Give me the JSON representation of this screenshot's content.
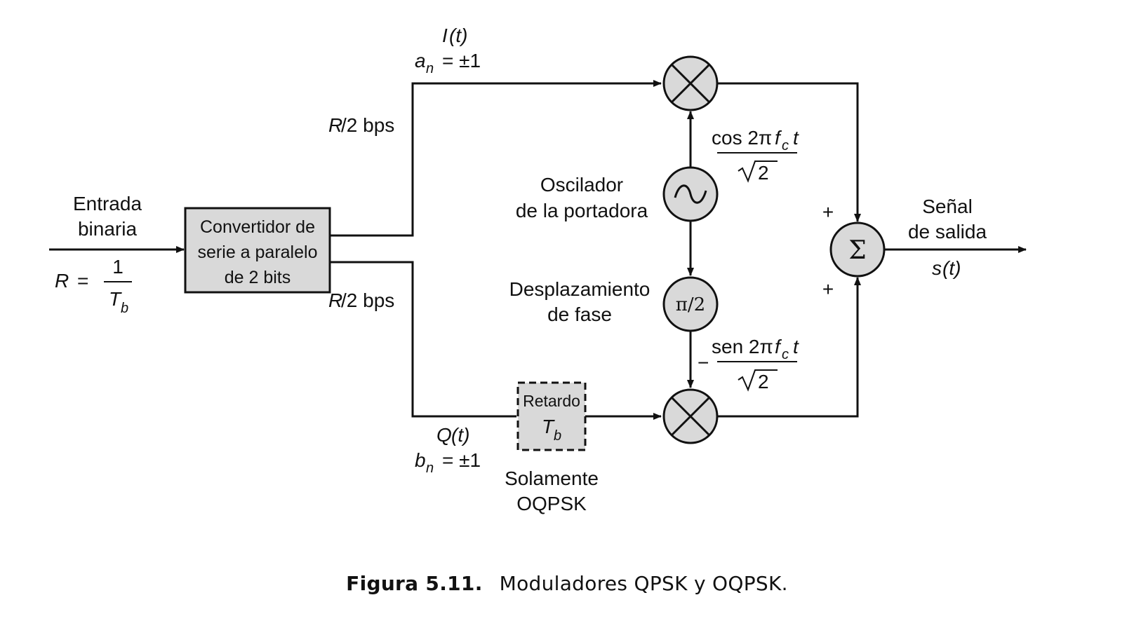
{
  "input": {
    "label_line1": "Entrada",
    "label_line2": "binaria",
    "rate_R": "R",
    "rate_eq": "=",
    "rate_num": "1",
    "rate_den": "T",
    "rate_den_sub": "b"
  },
  "converter": {
    "line1": "Convertidor de",
    "line2": "serie a paralelo",
    "line3": "de 2 bits"
  },
  "upper_branch": {
    "rate_R": "R",
    "rate_text": "/2 bps",
    "signal": "I",
    "signal_arg": "(t)",
    "coef": "a",
    "coef_sub": "n",
    "coef_val": "= ±1"
  },
  "lower_branch": {
    "rate_R": "R",
    "rate_text": "/2 bps",
    "signal": "Q",
    "signal_arg": "(t)",
    "coef": "b",
    "coef_sub": "n",
    "coef_val": "= ±1"
  },
  "delay": {
    "line1": "Retardo",
    "var": "T",
    "var_sub": "b",
    "note_line1": "Solamente",
    "note_line2": "OQPSK"
  },
  "oscillator": {
    "line1": "Oscilador",
    "line2": "de la portadora",
    "cos_text": "cos 2π",
    "cos_f": "f",
    "cos_sub": "c",
    "cos_t": "t",
    "den": "2"
  },
  "phase_shift": {
    "line1": "Desplazamiento",
    "line2": "de fase",
    "value": "π/2",
    "minus": "−",
    "sen_text": "sen 2π",
    "sen_f": "f",
    "sen_sub": "c",
    "sen_t": "t",
    "den": "2"
  },
  "summer": {
    "symbol": "Σ",
    "plus_top": "+",
    "plus_bottom": "+"
  },
  "output": {
    "line1": "Señal",
    "line2": "de salida",
    "signal": "s",
    "signal_arg": "(t)"
  },
  "caption": {
    "label": "Figura 5.11.",
    "text": "Moduladores QPSK y OQPSK."
  }
}
